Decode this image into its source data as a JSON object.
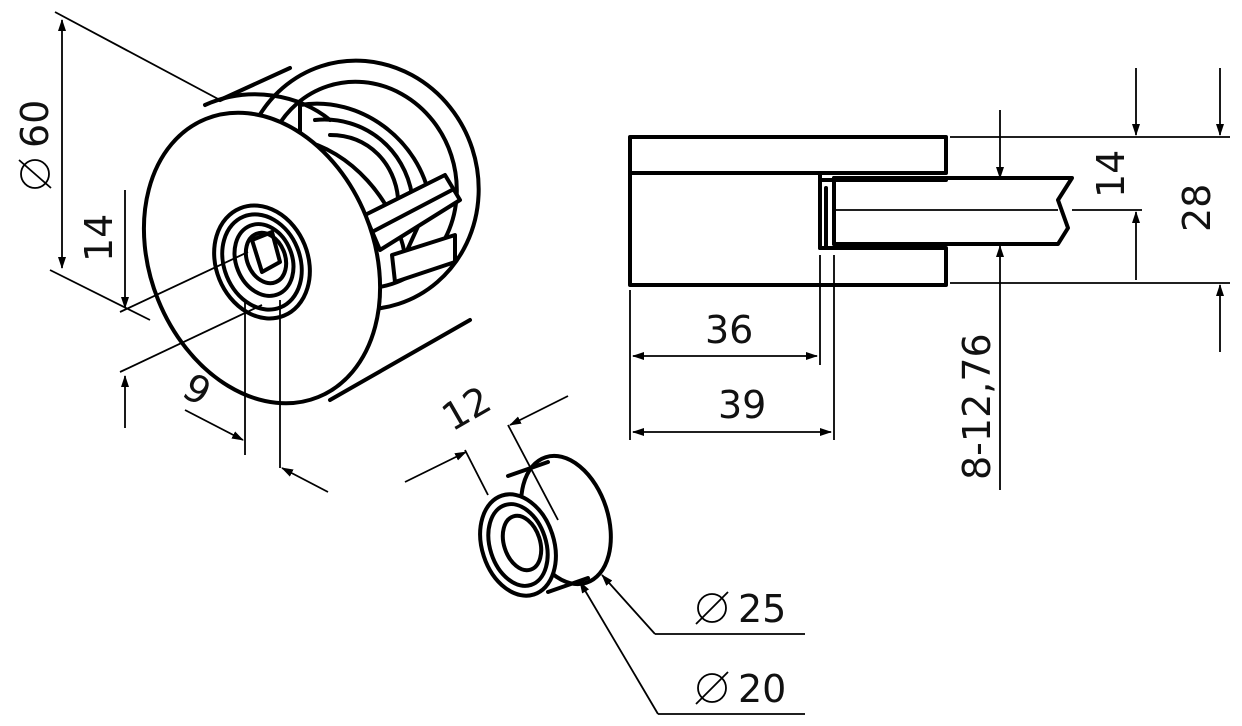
{
  "dimensions": {
    "diameter_60": "60",
    "height_14": "14",
    "depth_9": "9",
    "bushing_12": "12",
    "diameter_25": "25",
    "diameter_20": "20",
    "length_36": "36",
    "length_39": "39",
    "glass_14": "14",
    "total_28": "28",
    "glass_range": "8-12,76"
  },
  "symbols": {
    "diameter": "diameter-symbol"
  },
  "colors": {
    "line": "#000000",
    "glass_fill": "#dcebd0",
    "body_shade": "#f2e6ee"
  }
}
